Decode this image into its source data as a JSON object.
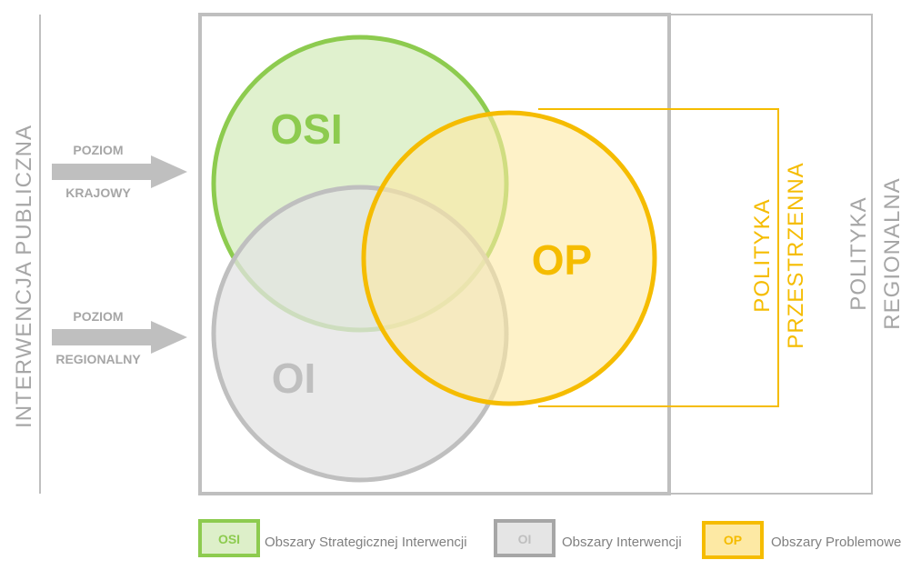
{
  "side_label": "INTERWENCJA PUBLICZNA",
  "levels": {
    "national": {
      "line1": "POZIOM",
      "line2": "KRAJOWY"
    },
    "regional": {
      "line1": "POZIOM",
      "line2": "REGIONALNY"
    }
  },
  "circles": {
    "osi": {
      "label": "OSI",
      "stroke": "#8DCB4F",
      "fill": "#DDEFC9"
    },
    "oi": {
      "label": "OI",
      "stroke": "#BFBFBF",
      "fill": "#E5E5E5"
    },
    "op": {
      "label": "OP",
      "stroke": "#F5BC00",
      "fill": "#FDE9A4"
    }
  },
  "policy_spatial": {
    "line1": "POLITYKA",
    "line2": "PRZESTRZENNA",
    "color": "#F5BC00"
  },
  "policy_regional": {
    "line1": "POLITYKA",
    "line2": "REGIONALNA",
    "color": "#A6A6A6"
  },
  "legend": [
    {
      "key": "OSI",
      "text": "Obszary Strategicznej Interwencji",
      "stroke": "#8DCB4F",
      "fill": "#DDEFC9",
      "textColor": "#8DCB4F"
    },
    {
      "key": "OI",
      "text": "Obszary Interwencji",
      "stroke": "#A6A6A6",
      "fill": "#E5E5E5",
      "textColor": "#BFBFBF"
    },
    {
      "key": "OP",
      "text": "Obszary Problemowe",
      "stroke": "#F5BC00",
      "fill": "#FDE9A4",
      "textColor": "#F5BC00"
    }
  ],
  "colors": {
    "gray_text": "#A6A6A6",
    "frame": "#BFBFBF",
    "arrow": "#BFBFBF"
  }
}
